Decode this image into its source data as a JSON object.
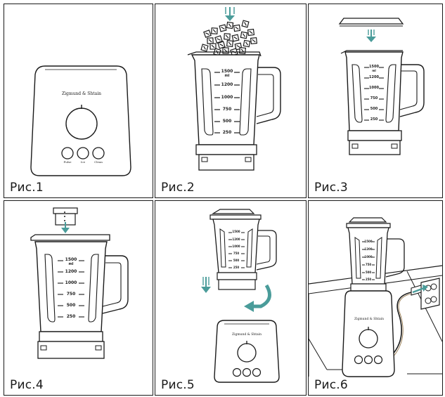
{
  "figure": {
    "panels": [
      {
        "caption": "Рис.1",
        "brand": "Zigmund & Shtain",
        "buttons": [
          "Pulse",
          "Ice",
          "Clean"
        ]
      },
      {
        "caption": "Рис.2"
      },
      {
        "caption": "Рис.3"
      },
      {
        "caption": "Рис.4"
      },
      {
        "caption": "Рис.5",
        "brand": "Zigmund & Shtain"
      },
      {
        "caption": "Рис.6",
        "brand": "Zigmund & Shtain"
      }
    ],
    "jar_scale": {
      "unit": "ml",
      "marks": [
        "1500",
        "1200",
        "1000",
        "750",
        "500",
        "250"
      ]
    },
    "colors": {
      "line": "#1a1a1a",
      "arrow": "#4a9c9a",
      "ice": "#1a1a1a"
    }
  }
}
